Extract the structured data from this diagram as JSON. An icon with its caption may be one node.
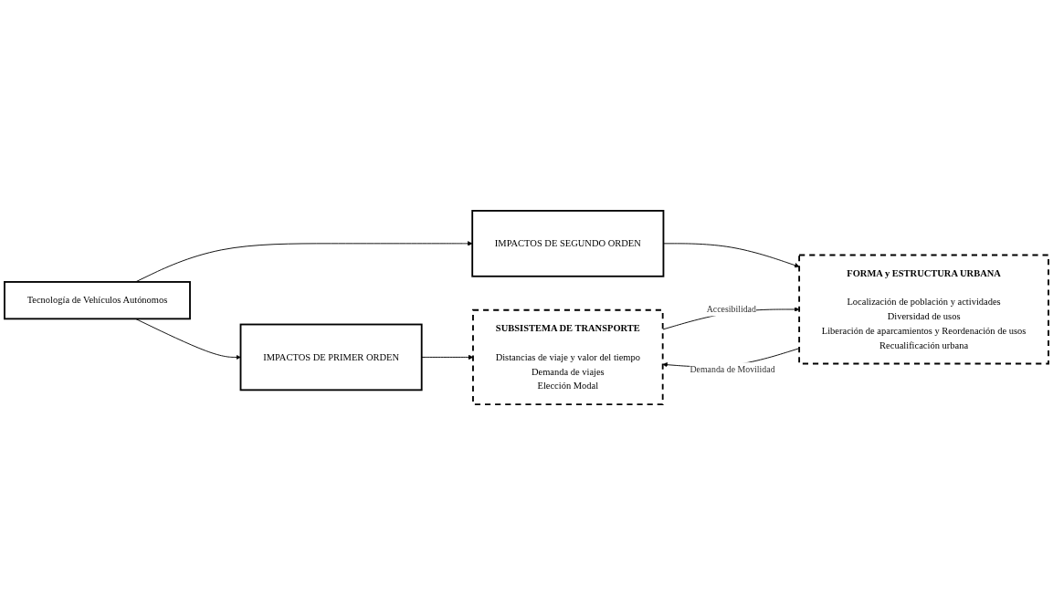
{
  "diagram": {
    "nodes": [
      {
        "text": [
          "Tecnología de Vehículos Autónomos"
        ]
      },
      {
        "text": [
          "IMPACTOS DE PRIMER ORDEN"
        ]
      },
      {
        "text": [
          "IMPACTOS DE SEGUNDO ORDEN"
        ]
      },
      {
        "text": [
          "SUBSISTEMA DE TRANSPORTE",
          "Distancias de viaje y valor del tiempo",
          "Demanda de viajes",
          "Elección Modal"
        ]
      },
      {
        "text": [
          "FORMA y ESTRUCTURA URBANA",
          "Localización de población y actividades",
          "Diversidad de usos",
          "Liberación de aparcamientos y Reordenación de usos",
          "Recualificación urbana"
        ]
      }
    ],
    "edges": [
      {
        "from": 0,
        "to": 1,
        "arrow": "to"
      },
      {
        "from": 0,
        "to": 2,
        "arrow": "to"
      },
      {
        "from": 1,
        "to": 3,
        "arrow": "to"
      },
      {
        "from": 2,
        "to": 4,
        "arrow": "to"
      },
      {
        "from": 4,
        "to": 3,
        "arrow": "to",
        "label": "Demanda de Movilidad"
      },
      {
        "from": 3,
        "to": 4,
        "arrow": "to",
        "label": "Accesibilidad"
      }
    ]
  }
}
